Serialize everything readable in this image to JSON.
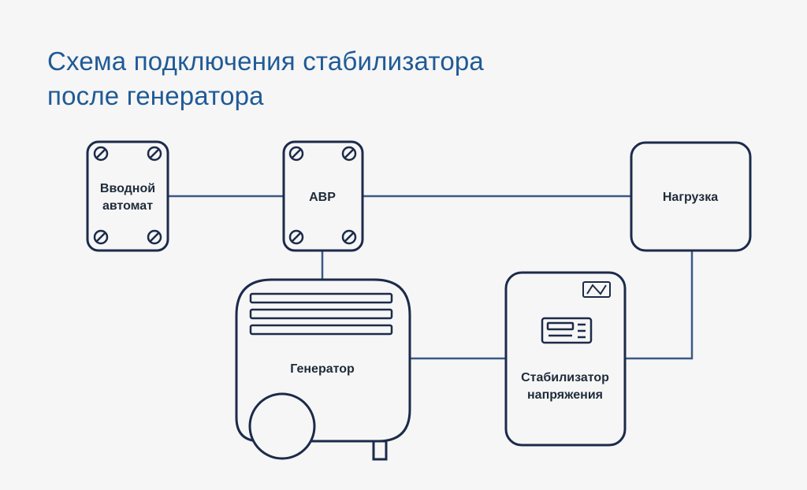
{
  "title": {
    "line1": "Схема подключения стабилизатора",
    "line2": "после генератора"
  },
  "colors": {
    "title": "#1f5a96",
    "stroke": "#1c2b4a",
    "line": "#3a5a86",
    "background": "#f6f6f6"
  },
  "nodes": {
    "input_breaker": {
      "line1": "Вводной",
      "line2": "автомат",
      "icon": "screw-terminal-icon"
    },
    "ats": {
      "label": "АВР",
      "icon": "screw-terminal-icon"
    },
    "load": {
      "label": "Нагрузка"
    },
    "generator": {
      "label": "Генератор",
      "icon": "generator-vent-icon"
    },
    "stabilizer": {
      "line1": "Стабилизатор",
      "line2": "напряжения",
      "icon": "display-panel-icon"
    }
  }
}
